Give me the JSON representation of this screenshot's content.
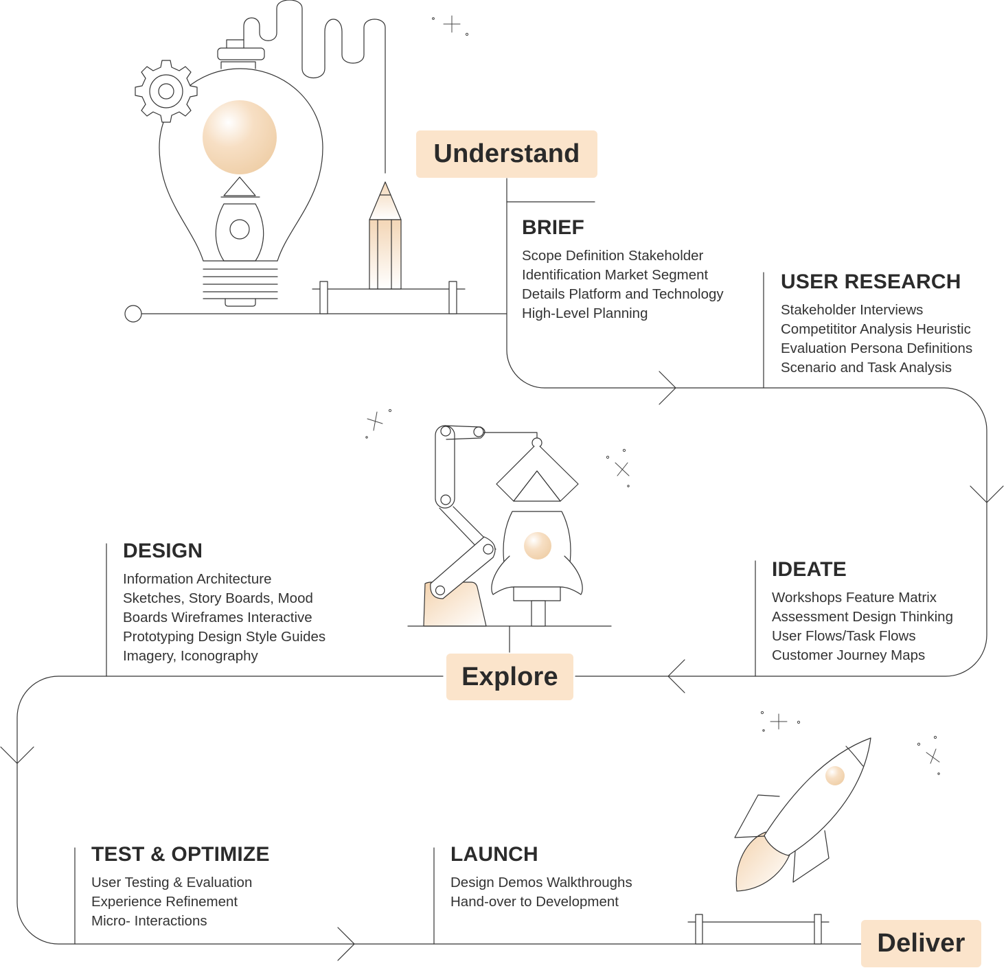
{
  "phases": {
    "understand": "Understand",
    "explore": "Explore",
    "deliver": "Deliver"
  },
  "stages": {
    "brief": {
      "title": "BRIEF",
      "text": "Scope Definition Stakeholder Identification Market Segment Details Platform and Technology High-Level Planning"
    },
    "user_research": {
      "title": "USER RESEARCH",
      "text": "Stakeholder Interviews Competititor Analysis Heuristic Evaluation Persona Definitions Scenario and Task Analysis"
    },
    "ideate": {
      "title": "IDEATE",
      "text": "Workshops Feature Matrix Assessment Design Thinking User Flows/Task Flows Customer Journey Maps"
    },
    "design": {
      "title": "DESIGN",
      "text": "Information Architecture Sketches, Story Boards, Mood Boards Wireframes Interactive Prototyping Design Style Guides Imagery, Iconography"
    },
    "test_optimize": {
      "title": "TEST & OPTIMIZE",
      "text": "User Testing & Evaluation Experience Refinement Micro- Interactions"
    },
    "launch": {
      "title": "LAUNCH",
      "text": "Design Demos Walkthroughs Hand-over to Development"
    }
  },
  "icons": [
    "lightbulb-icon",
    "gear-icon",
    "pencil-icon",
    "robot-arm-icon",
    "rocket-icon",
    "sparkle-icon",
    "arrow-icon"
  ],
  "colors": {
    "accent": "#fbe4cb",
    "line": "#333333",
    "text": "#2b2b2b"
  }
}
